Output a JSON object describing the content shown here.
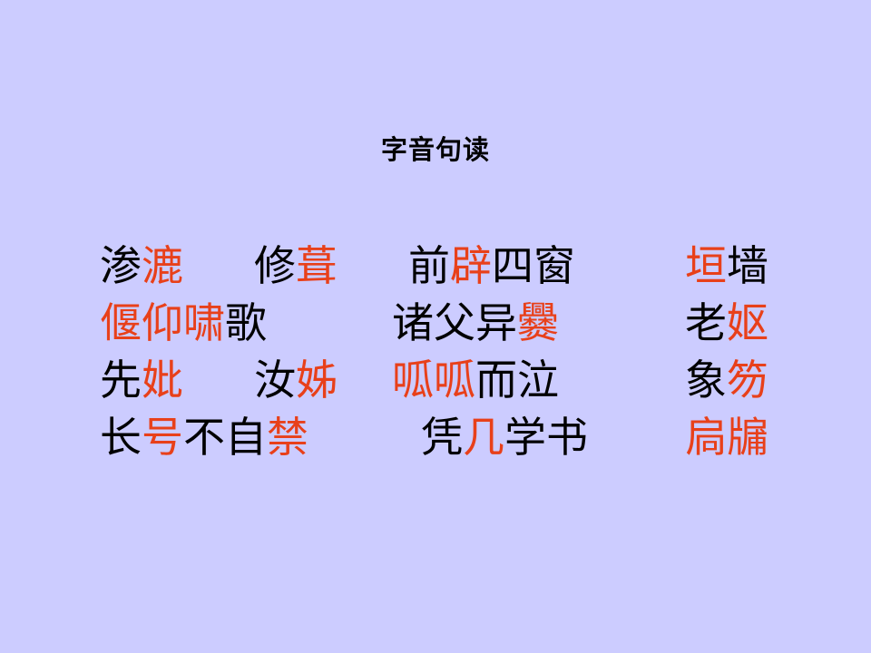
{
  "slide": {
    "background_color": "#ccccff",
    "title": "字音句读",
    "highlight_color": "#e8401a",
    "plain_color": "#000000",
    "rows": [
      {
        "id": "row-1",
        "left_groups": [
          {
            "plain_before": "渗",
            "highlight": "漉",
            "plain_after": ""
          },
          {
            "plain_before": "修",
            "highlight": "葺",
            "plain_after": ""
          },
          {
            "plain_before": "前",
            "highlight": "辟",
            "plain_after": "四窗"
          }
        ],
        "right_group": {
          "plain_before": "",
          "highlight": "垣",
          "plain_after": "墙"
        }
      },
      {
        "id": "row-2",
        "left_groups": [
          {
            "plain_before": "",
            "highlight": "偃仰啸",
            "plain_after": "歌"
          },
          {
            "plain_before": "诸父异",
            "highlight": "爨",
            "plain_after": ""
          }
        ],
        "right_group": {
          "plain_before": "老",
          "highlight": "妪",
          "plain_after": ""
        }
      },
      {
        "id": "row-3",
        "left_groups": [
          {
            "plain_before": "先",
            "highlight": "妣",
            "plain_after": ""
          },
          {
            "plain_before": "汝",
            "highlight": "姊",
            "plain_after": ""
          },
          {
            "plain_before": "",
            "highlight": "呱呱",
            "plain_after": "而泣"
          }
        ],
        "right_group": {
          "plain_before": "象",
          "highlight": "笏",
          "plain_after": ""
        }
      },
      {
        "id": "row-4",
        "left_groups": [
          {
            "plain_before": "长",
            "highlight": "号",
            "plain_after": "不自"
          },
          {
            "plain_before": "",
            "highlight": "禁",
            "plain_after": ""
          },
          {
            "plain_before": "凭",
            "highlight": "几",
            "plain_after": "学书"
          }
        ],
        "right_group": {
          "plain_before": "",
          "highlight": "扃牖",
          "plain_after": ""
        }
      }
    ]
  }
}
